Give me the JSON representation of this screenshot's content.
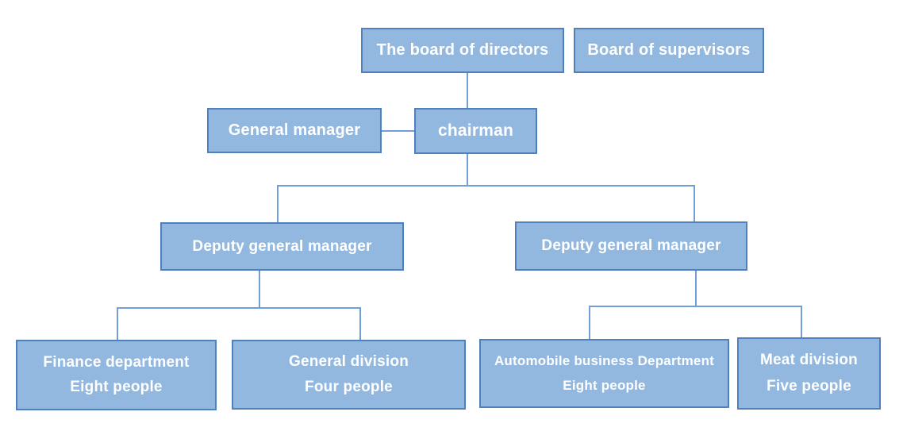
{
  "colors": {
    "background": "#ffffff",
    "box_fill": "#92b8e0",
    "box_border": "#4f81bd",
    "connector": "#6f9fd6",
    "text": "#ffffff"
  },
  "nodes": {
    "board_of_directors": {
      "label": "The board of directors"
    },
    "board_of_supervisors": {
      "label": "Board of supervisors"
    },
    "general_manager": {
      "label": "General manager"
    },
    "chairman": {
      "label": "chairman"
    },
    "deputy_general_manager_left": {
      "label": "Deputy general manager"
    },
    "deputy_general_manager_right": {
      "label": "Deputy general manager"
    },
    "finance_department": {
      "label": "Finance department",
      "headcount": "Eight people"
    },
    "general_division": {
      "label": "General division",
      "headcount": "Four people"
    },
    "automobile_business_department": {
      "label": "Automobile business Department",
      "headcount": "Eight people"
    },
    "meat_division": {
      "label": "Meat division",
      "headcount": "Five people"
    }
  }
}
